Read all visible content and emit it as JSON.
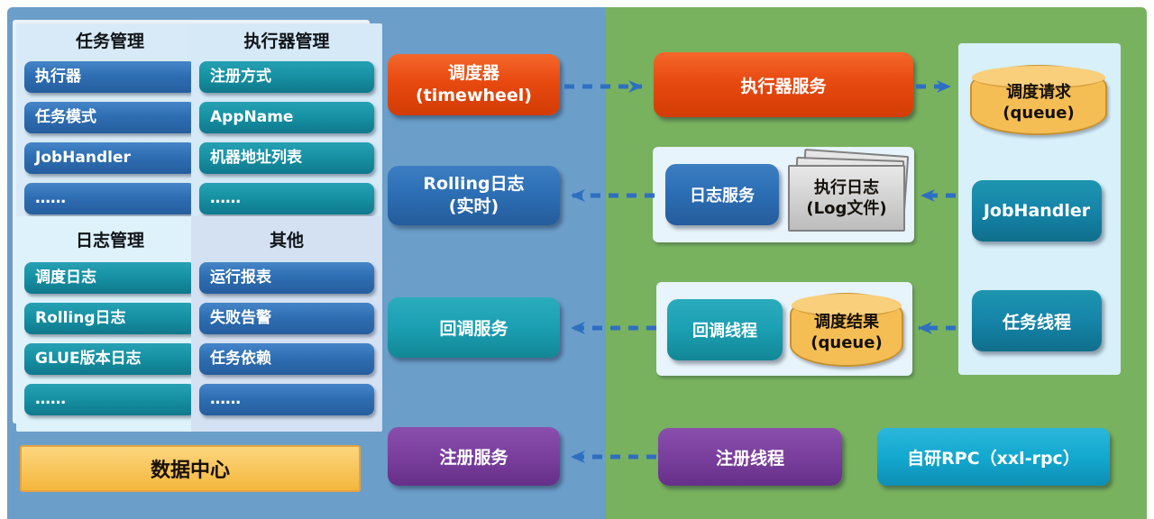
{
  "colors": {
    "bg_blue": "#6B9EC9",
    "bg_green": "#79B25F",
    "arrow_blue": "#2E6FC2",
    "orange": "#E84A10",
    "box_blue": "#2D6FB5",
    "teal": "#1B9FB2",
    "cyan": "#13A8CF",
    "purple": "#7A3F9D",
    "yellow": "#F5BE55"
  },
  "admin": {
    "groups": [
      {
        "title": "任务管理",
        "color": "blue",
        "items": [
          "执行器",
          "任务模式",
          "JobHandler",
          "……"
        ]
      },
      {
        "title": "执行器管理",
        "color": "teal",
        "items": [
          "注册方式",
          "AppName",
          "机器地址列表",
          "……"
        ]
      },
      {
        "title": "日志管理",
        "color": "teal",
        "items": [
          "调度日志",
          "Rolling日志",
          "GLUE版本日志",
          "……"
        ]
      },
      {
        "title": "其他",
        "color": "blue",
        "items": [
          "运行报表",
          "失败告警",
          "任务依赖",
          "……"
        ]
      }
    ],
    "data_center": "数据中心"
  },
  "scheduler_center": {
    "scheduler": "调度器\n(timewheel)",
    "rolling_log": "Rolling日志\n(实时)",
    "callback_service": "回调服务",
    "registry_service": "注册服务"
  },
  "executor_side": {
    "executor_service": "执行器服务",
    "log_service": "日志服务",
    "log_files": "执行日志\n(Log文件)",
    "callback_thread": "回调线程",
    "sched_result": "调度结果\n(queue)",
    "registry_thread": "注册线程",
    "rpc": "自研RPC（xxl-rpc）"
  },
  "executor_panel": {
    "sched_request": "调度请求\n(queue)",
    "jobhandler": "JobHandler",
    "task_thread": "任务线程"
  },
  "arrows": [
    {
      "from": "调度器",
      "to": "执行器服务",
      "direction": "right"
    },
    {
      "from": "执行器服务",
      "to": "调度请求(queue)",
      "direction": "right"
    },
    {
      "from": "日志服务",
      "to": "Rolling日志(实时)",
      "direction": "left"
    },
    {
      "from": "JobHandler",
      "to": "执行日志(Log文件)",
      "direction": "left"
    },
    {
      "from": "回调线程",
      "to": "回调服务",
      "direction": "left"
    },
    {
      "from": "任务线程",
      "to": "调度结果(queue)",
      "direction": "left"
    },
    {
      "from": "注册线程",
      "to": "注册服务",
      "direction": "left"
    }
  ]
}
